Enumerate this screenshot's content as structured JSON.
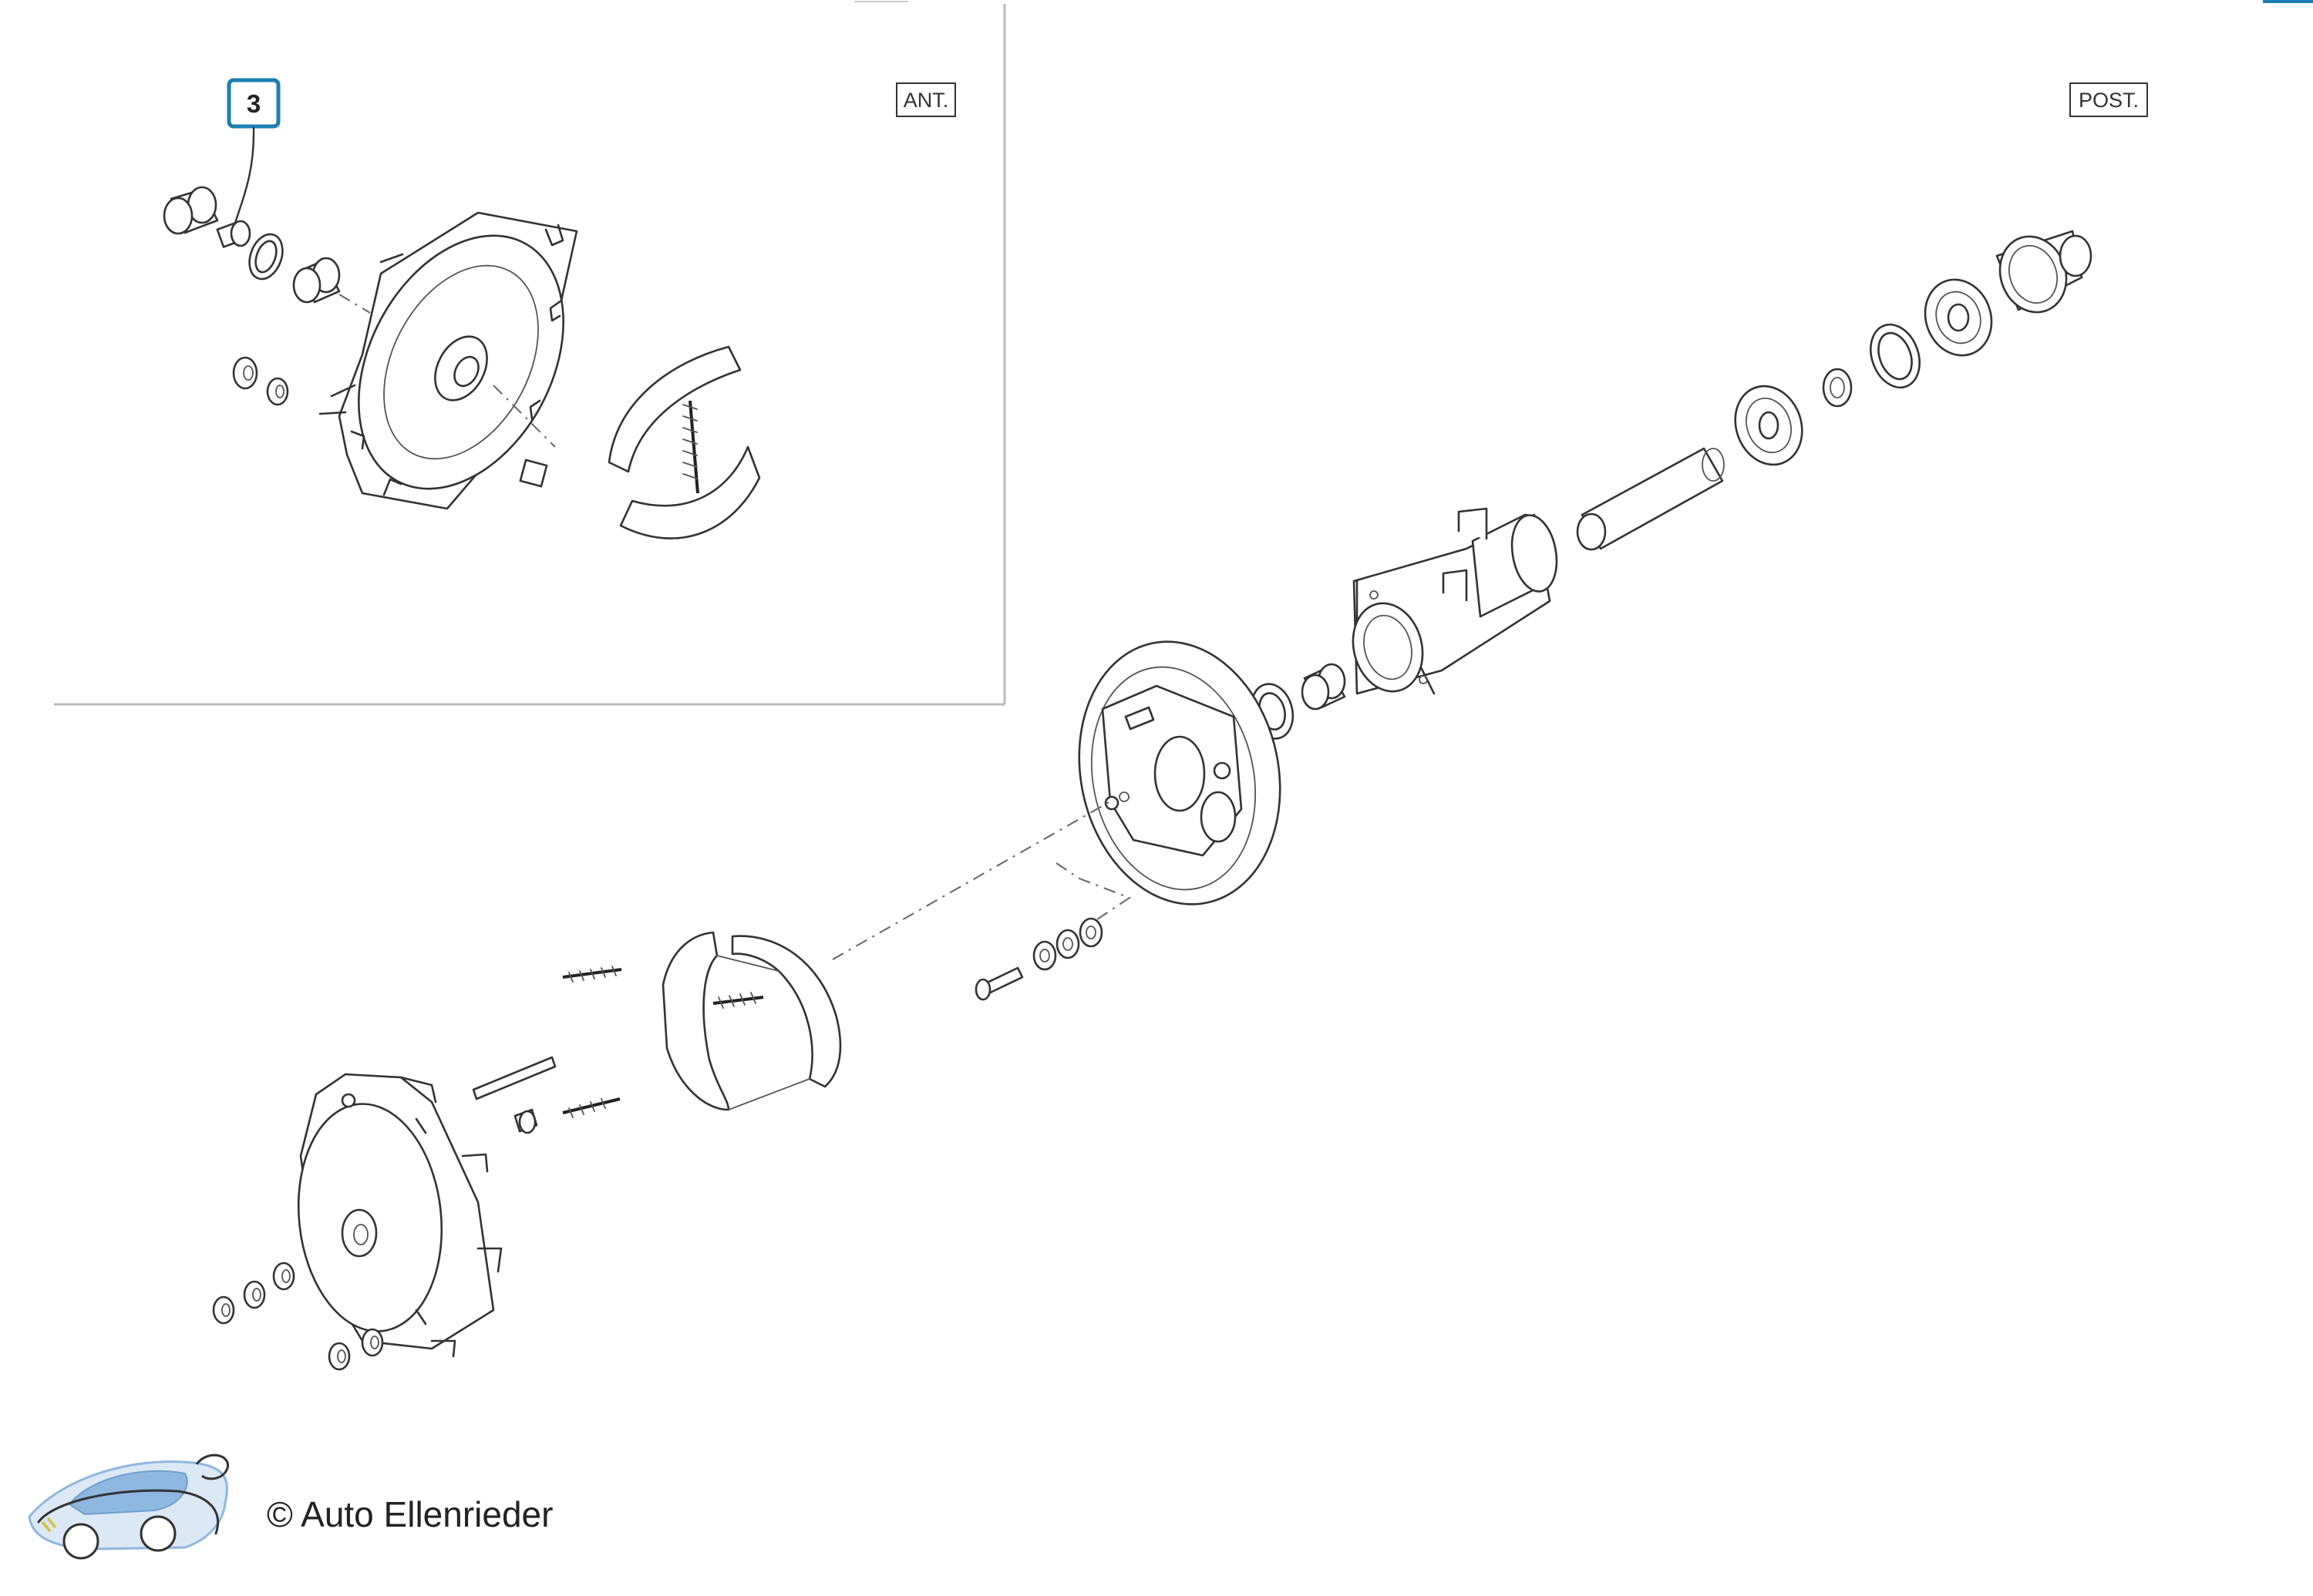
{
  "diagram": {
    "labels": {
      "front": "ANT.",
      "rear": "POST."
    },
    "callouts": [
      {
        "number": "3"
      }
    ],
    "footer": {
      "copyright": "© Auto Ellenrieder"
    },
    "colors": {
      "callout_border": "#1b7fb3",
      "line": "#333333",
      "logo_blue": "#8fb8e0"
    },
    "icons": [
      "car-logo-icon"
    ]
  }
}
